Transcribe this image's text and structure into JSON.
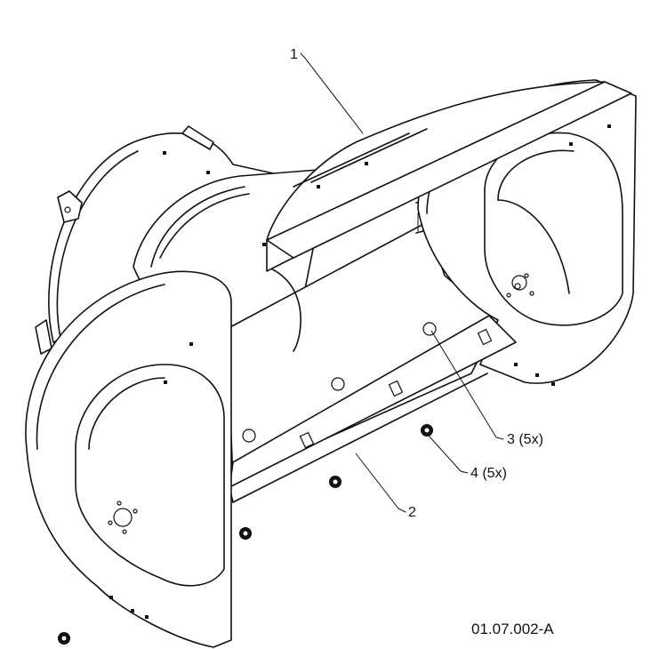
{
  "diagram": {
    "callouts": [
      {
        "id": "1",
        "label": "1"
      },
      {
        "id": "2",
        "label": "2"
      },
      {
        "id": "3",
        "label": "3 (5x)"
      },
      {
        "id": "4",
        "label": "4 (5x)"
      }
    ],
    "figure_code": "01.07.002-A",
    "colors": {
      "line": "#111111",
      "background": "#ffffff"
    }
  }
}
